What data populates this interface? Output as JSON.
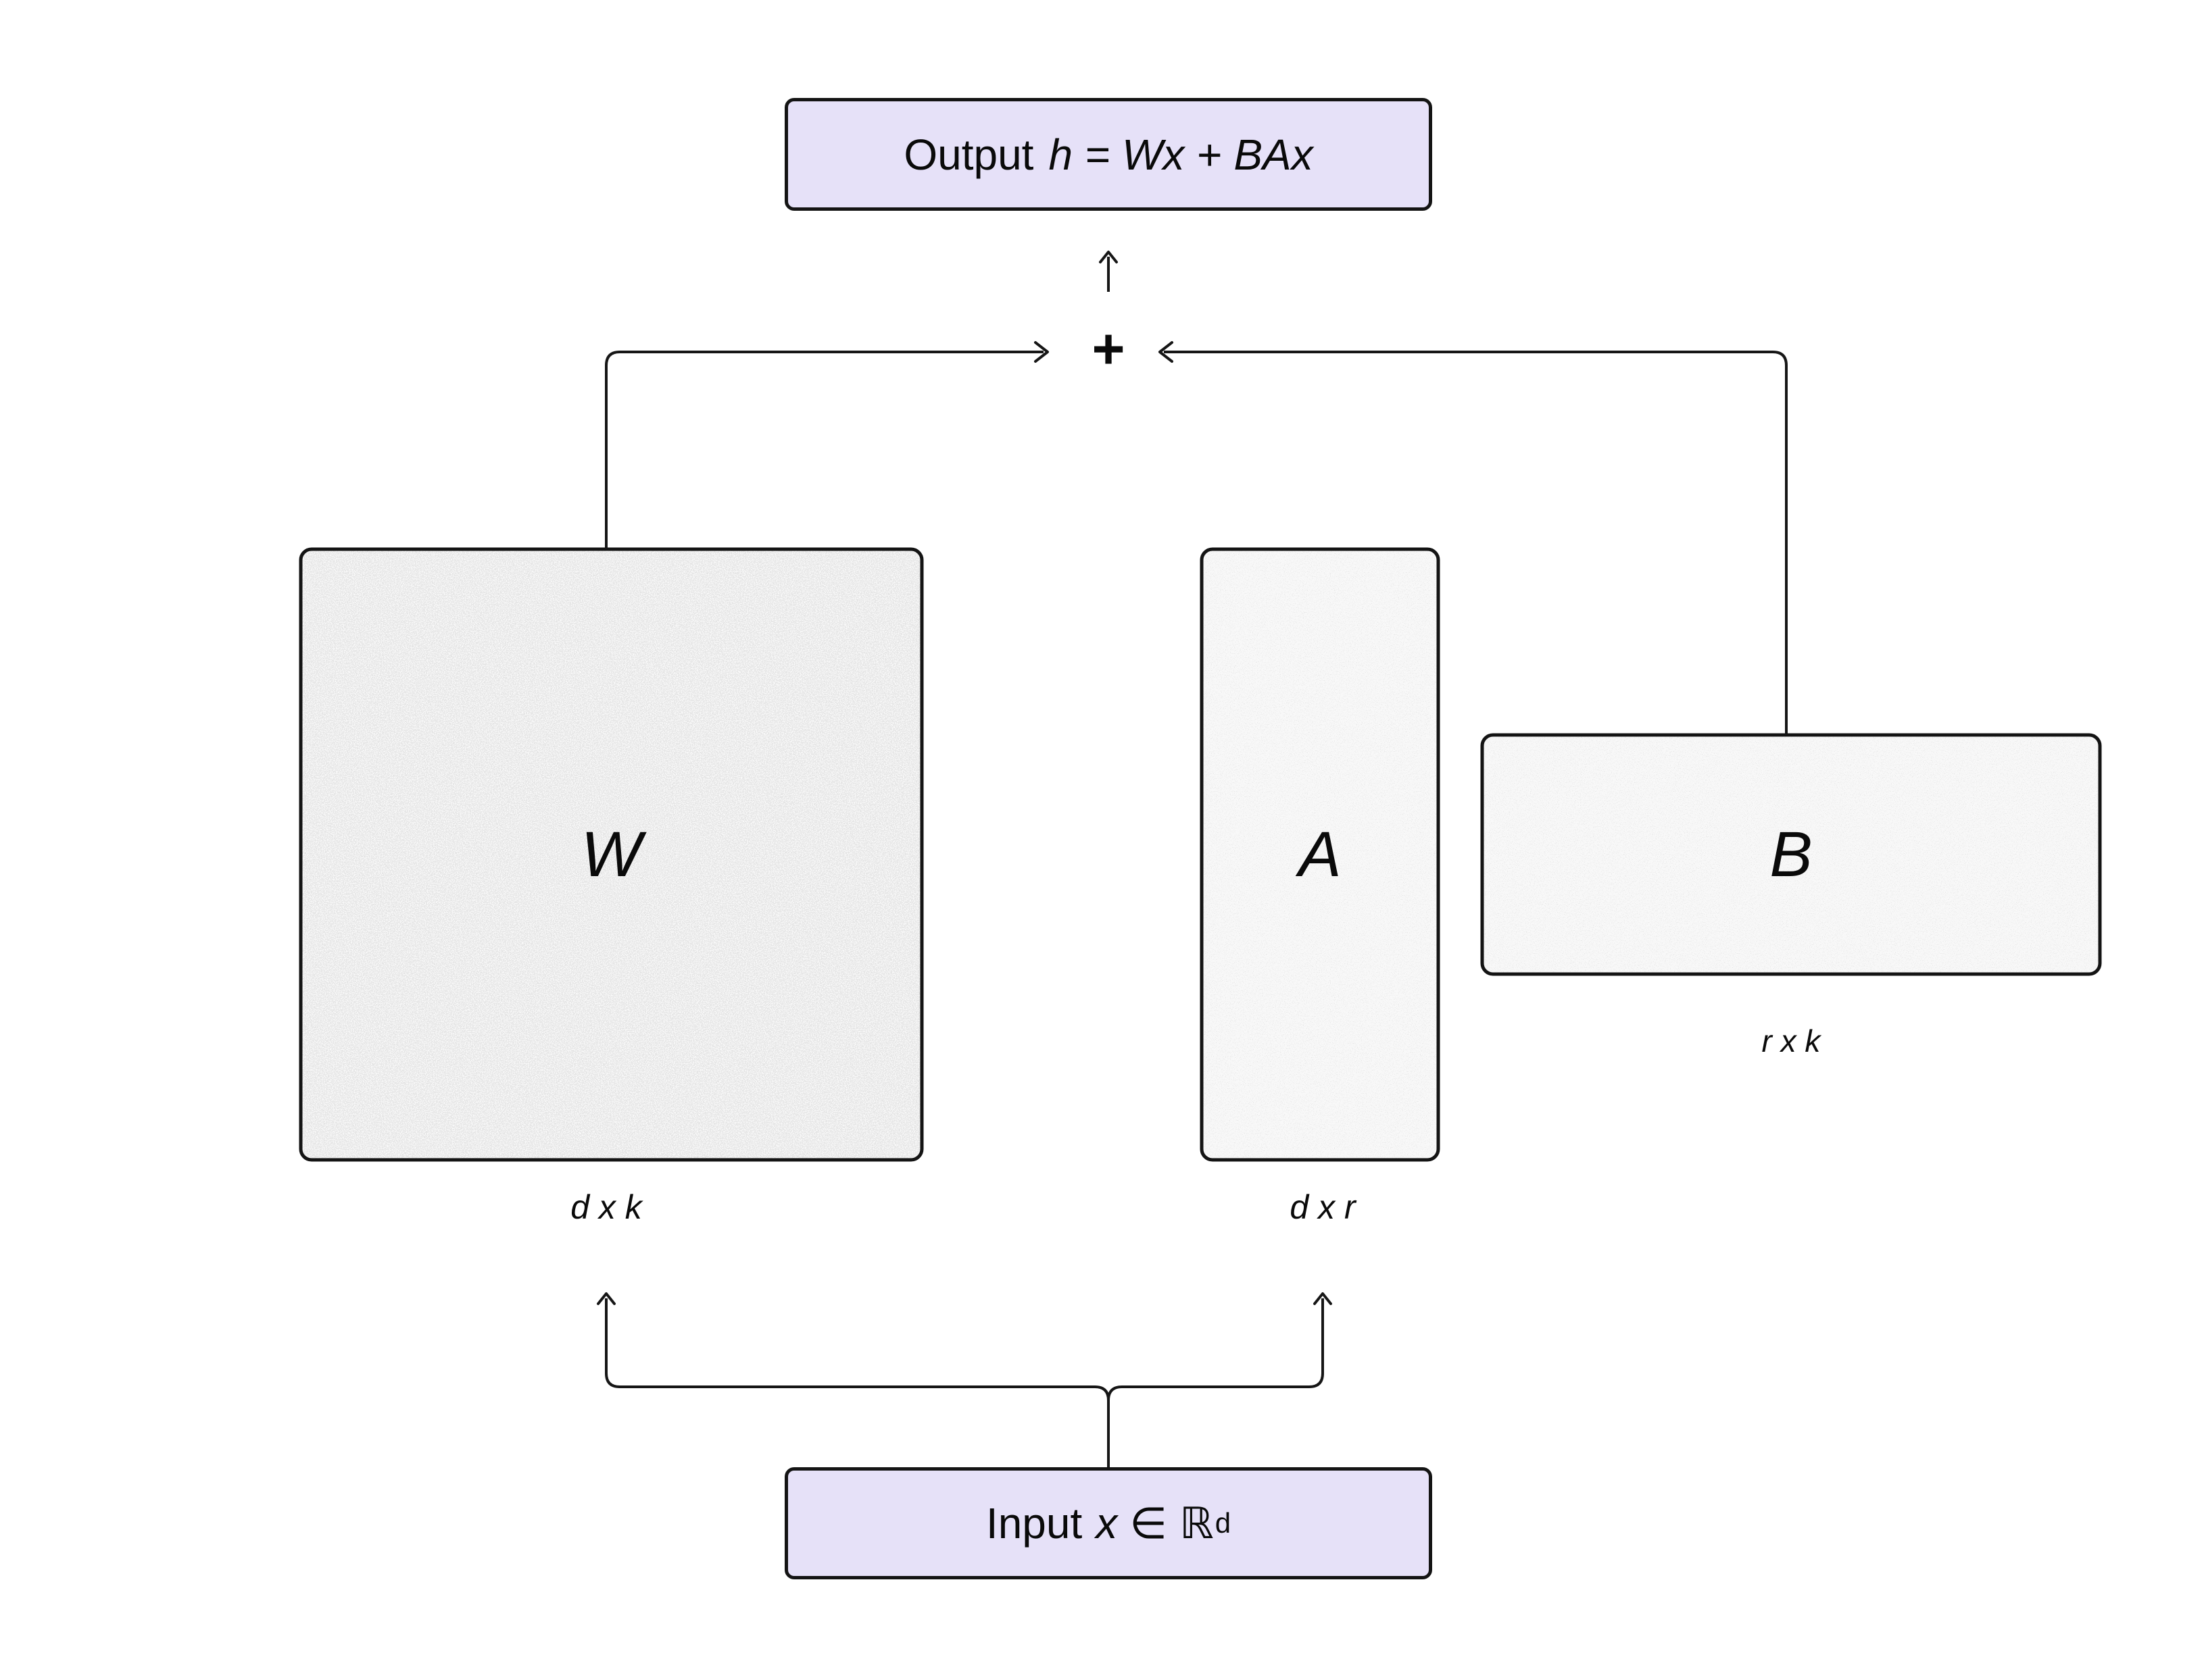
{
  "diagram": {
    "output_box": {
      "label": "Output",
      "formula": "h = Wx + BAx"
    },
    "plus_symbol": "+",
    "matrices": {
      "w": {
        "letter": "W",
        "dims": "d x k"
      },
      "a": {
        "letter": "A",
        "dims": "d x r"
      },
      "b": {
        "letter": "B",
        "dims": "r x k"
      }
    },
    "input_box": {
      "label": "Input",
      "variable": "x",
      "membership": "∈",
      "set_symbol": "ℝ",
      "superscript": "d"
    }
  },
  "colors": {
    "accent_box_fill": "#e6e1f8",
    "border": "#141414",
    "line": "#161616",
    "matrix_fill_w": "#fafafa",
    "matrix_fill_ab": "#f8f8f8",
    "speckle": "#c7c7c7"
  }
}
